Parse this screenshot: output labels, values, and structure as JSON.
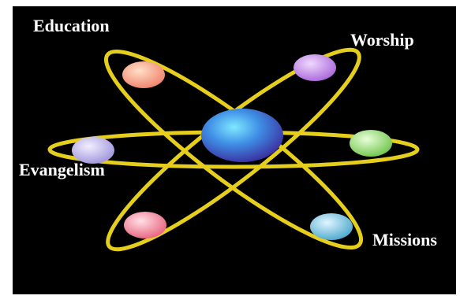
{
  "labels": {
    "education": "Education",
    "worship": "Worship",
    "evangelism": "Evangelism",
    "missions": "Missions"
  },
  "colors": {
    "background": "#000000",
    "orbit": "#e8d21a",
    "nucleus": "#4a7be0",
    "education_electron": "#f29a86",
    "worship_electron": "#c58de6",
    "evangelism_electron": "#b7aee8",
    "green_electron": "#9ae07a",
    "missions_electron": "#7cc4e6",
    "pink_electron": "#f58aa0"
  }
}
